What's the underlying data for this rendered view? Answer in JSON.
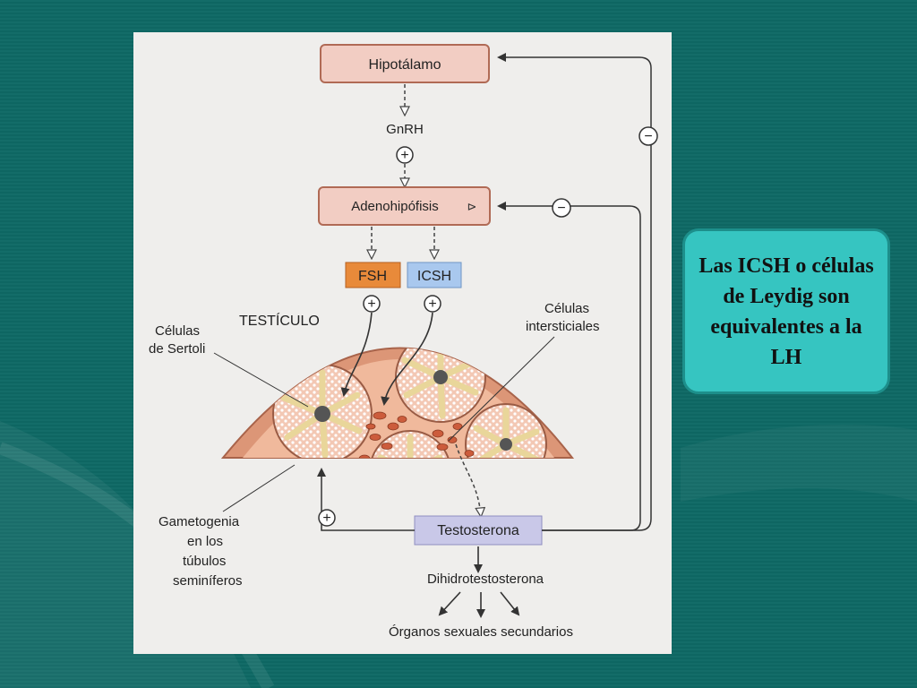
{
  "diagram": {
    "hypothalamus": "Hipotálamo",
    "gnrh": "GnRH",
    "adenohypophysis": "Adenohipófisis",
    "fsh": "FSH",
    "icsh": "ICSH",
    "testis": "TESTÍCULO",
    "sertoli": [
      "Células",
      "de Sertoli"
    ],
    "interstitial": [
      "Células",
      "intersticiales"
    ],
    "gametogenesis": [
      "Gametogenia",
      "en los",
      "túbulos",
      "seminíferos"
    ],
    "testosterone": "Testosterona",
    "dht": "Dihidrotestosterona",
    "secondary_organs": "Órganos sexuales secundarios",
    "plus_sign": "+",
    "minus_sign": "−",
    "arrow_glyph": "⊳"
  },
  "callout": {
    "text": "Las ICSH o células de Leydig son equivalentes a la LH"
  },
  "colors": {
    "background": "#0f6a66",
    "figure_bg": "#efeeec",
    "box_pink": "#f2cdc3",
    "box_border": "#b06a55",
    "fsh": "#e88a3a",
    "icsh": "#a9c8ee",
    "testosterone_box": "#c9c8e8",
    "testis_outer": "#dc9677",
    "tubule": "#f3c8b4",
    "callout_bg": "#36c5c1"
  }
}
